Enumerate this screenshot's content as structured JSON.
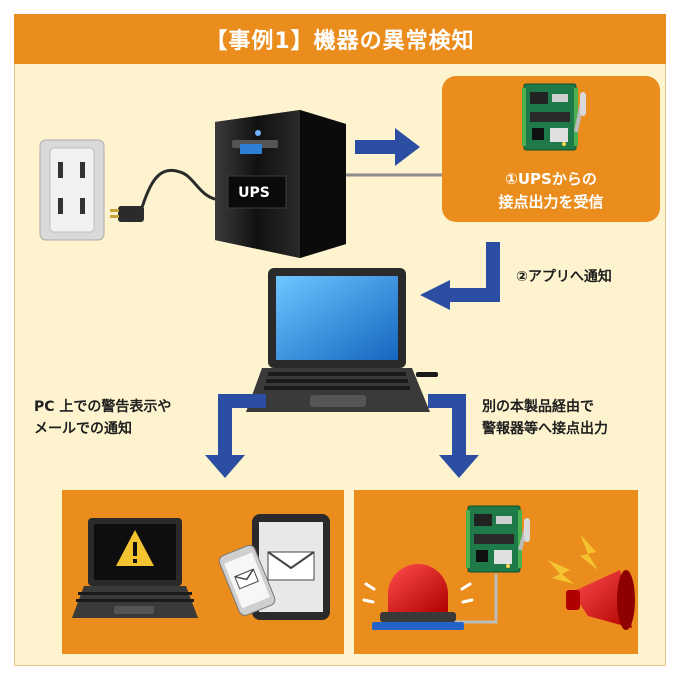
{
  "title": "【事例1】機器の異常検知",
  "device_label": "UPS",
  "step1": {
    "line1": "①UPSからの",
    "line2": "接点出力を受信"
  },
  "step2": "②アプリへ通知",
  "left_branch": {
    "line1": "PC 上での警告表示や",
    "line2": "メールでの通知"
  },
  "right_branch": {
    "line1": "別の本製品経由で",
    "line2": "警報器等へ接点出力"
  },
  "colors": {
    "background": "#fdf4cf",
    "title_bar": "#ea8d1d",
    "orange_box": "#ea8d1d",
    "arrow_blue": "#2b4ea2"
  },
  "icons": [
    "wall-outlet-icon",
    "ups-icon",
    "io-board-icon",
    "laptop-icon",
    "warning-icon",
    "smartphone-icon",
    "tablet-mail-icon",
    "alarm-light-icon",
    "siren-horn-icon"
  ]
}
